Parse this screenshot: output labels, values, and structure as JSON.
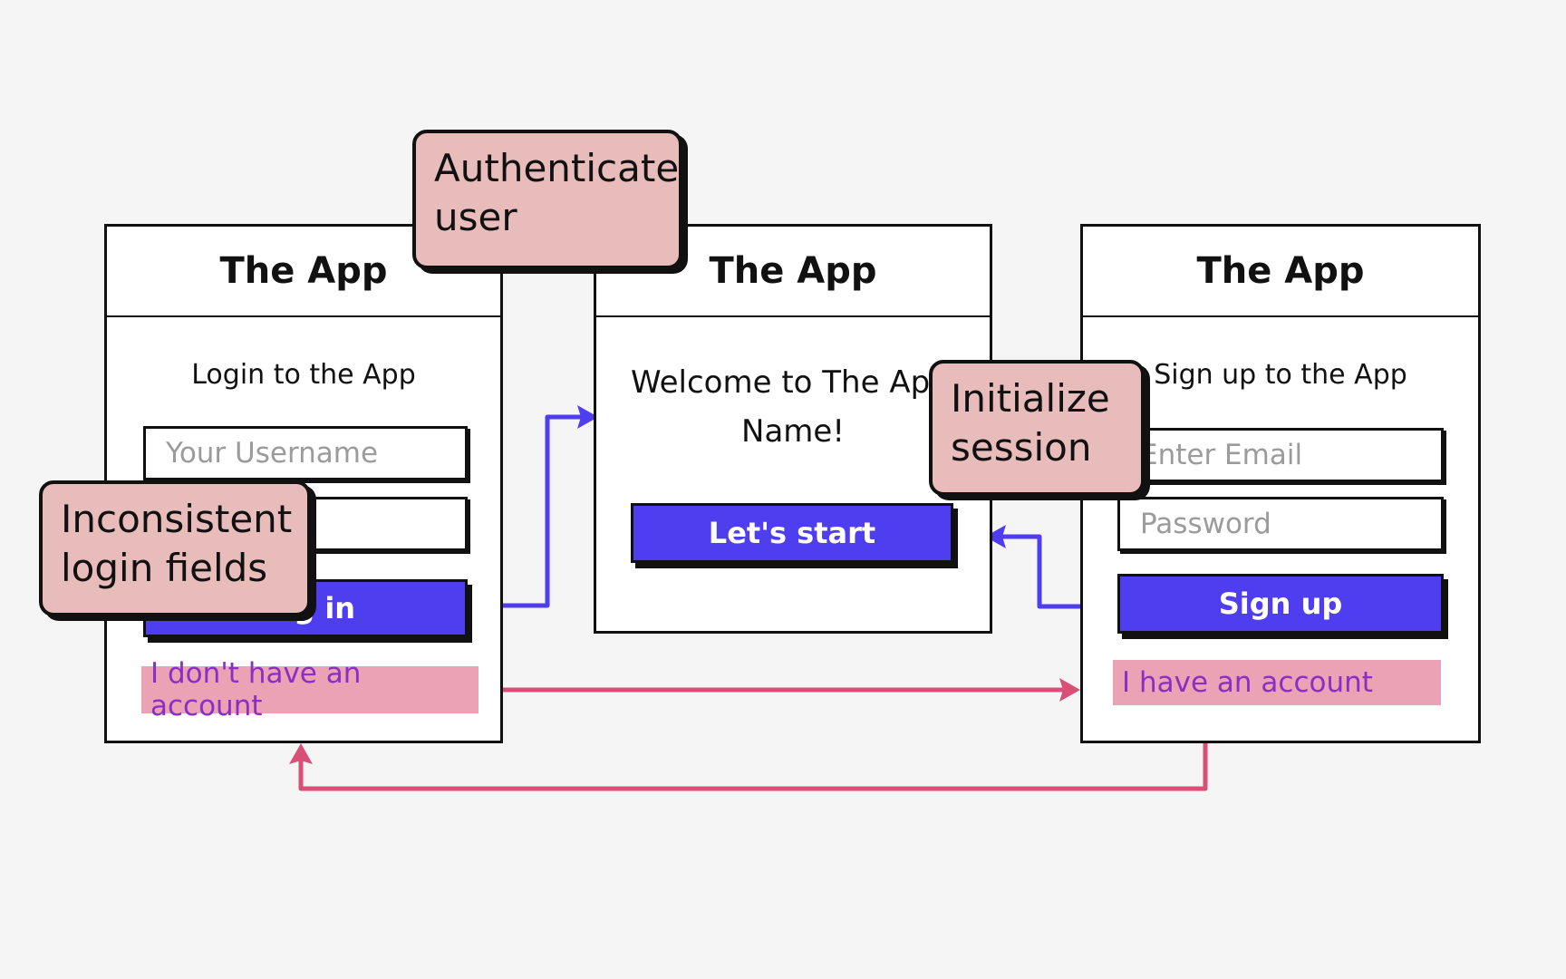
{
  "screens": {
    "login": {
      "app_title": "The App",
      "subtitle": "Login to the App",
      "username_placeholder": "Your Username",
      "button_label": "Log in",
      "link_label": "I don't have an account"
    },
    "welcome": {
      "app_title": "The App",
      "message_line1": "Welcome to The App",
      "message_line2": "Name!",
      "button_label": "Let's start"
    },
    "signup": {
      "app_title": "The App",
      "subtitle": "Sign up to the App",
      "email_placeholder": "Enter Email",
      "password_placeholder": "Password",
      "button_label": "Sign up",
      "link_label": "I have an account"
    }
  },
  "notes": {
    "authenticate": [
      "Authenticate",
      "user"
    ],
    "initialize": [
      "Initialize",
      "session"
    ],
    "inconsistent": [
      "Inconsistent",
      "login fields"
    ]
  },
  "colors": {
    "button": "#4f3df0",
    "link_bg": "#eaa2b4",
    "link_text": "#8a2fc4",
    "note_bg": "#e8bcbb",
    "arrow_blue": "#4f3df0",
    "arrow_pink": "#d94f75"
  }
}
